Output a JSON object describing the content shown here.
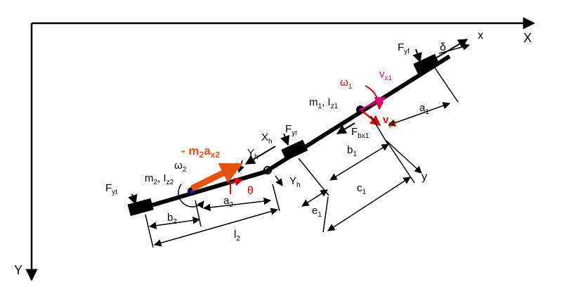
{
  "diagram": {
    "axes": {
      "X": "X",
      "Y": "Y"
    },
    "frame": {
      "x": "x",
      "y": "y",
      "delta": "δ"
    },
    "colors": {
      "black": "#000000",
      "red": "#e00000",
      "magenta": "#e0007a",
      "orange": "#e85010",
      "blue": "#1b1bd0"
    },
    "labels": {
      "F_yf": {
        "base": "F",
        "sub": "yf"
      },
      "F_yr": {
        "base": "F",
        "sub": "yr"
      },
      "F_yt": {
        "base": "F",
        "sub": "yt"
      },
      "F_bx1": {
        "base": "F",
        "sub": "bx1"
      },
      "omega1": {
        "base": "ω",
        "sub": "1"
      },
      "omega2": {
        "base": "ω",
        "sub": "2"
      },
      "v_x1": {
        "base": "v",
        "sub": "x1"
      },
      "v_y1": {
        "base": "v",
        "sub": "y1"
      },
      "m1": {
        "m": "m",
        "m_sub": "1",
        "sep": ", ",
        "I": "I",
        "I_sub": "z1"
      },
      "m2": {
        "m": "m",
        "m_sub": "2",
        "sep": ", ",
        "I": "I",
        "I_sub": "z2"
      },
      "inertia": {
        "prefix": "- m",
        "m_sub": "2",
        "a": "a",
        "a_sub": "x2"
      },
      "X_h": {
        "base": "X",
        "sub": "h"
      },
      "Y_h_top": {
        "base": "Y",
        "sub": "h"
      },
      "Y_h_bottom": {
        "base": "Y",
        "sub": "h"
      },
      "theta": "θ",
      "a1": {
        "base": "a",
        "sub": "1"
      },
      "b1": {
        "base": "b",
        "sub": "1"
      },
      "c1": {
        "base": "c",
        "sub": "1"
      },
      "e1": {
        "base": "e",
        "sub": "1"
      },
      "a2": {
        "base": "a",
        "sub": "2"
      },
      "b2": {
        "base": "b",
        "sub": "2"
      },
      "l2": {
        "base": "l",
        "sub": "2"
      }
    }
  }
}
